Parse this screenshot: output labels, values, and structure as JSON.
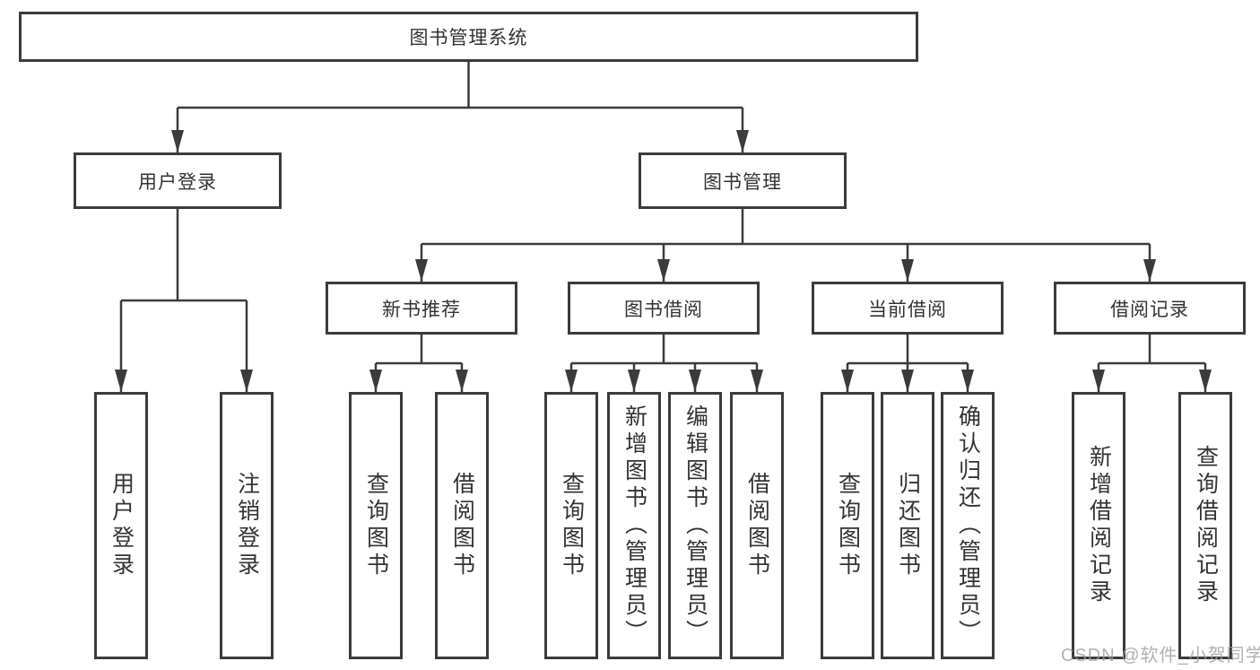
{
  "tree": {
    "label": "图书管理系统",
    "children": [
      {
        "label": "用户登录",
        "children": [
          {
            "label": "用户登录"
          },
          {
            "label": "注销登录"
          }
        ]
      },
      {
        "label": "图书管理",
        "children": [
          {
            "label": "新书推荐",
            "children": [
              {
                "label": "查询图书"
              },
              {
                "label": "借阅图书"
              }
            ]
          },
          {
            "label": "图书借阅",
            "children": [
              {
                "label": "查询图书"
              },
              {
                "label": "新增图书（管理员）"
              },
              {
                "label": "编辑图书（管理员）"
              },
              {
                "label": "借阅图书"
              }
            ]
          },
          {
            "label": "当前借阅",
            "children": [
              {
                "label": "查询图书"
              },
              {
                "label": "归还图书"
              },
              {
                "label": "确认归还（管理员）"
              }
            ]
          },
          {
            "label": "借阅记录",
            "children": [
              {
                "label": "新增借阅记录"
              },
              {
                "label": "查询借阅记录"
              }
            ]
          }
        ]
      }
    ]
  },
  "watermark": "CSDN @软件_小贺同学",
  "colors": {
    "line": "#3b3b3b",
    "text": "#333333",
    "box_fill": "#ffffff",
    "watermark": "#9e9e9e"
  }
}
